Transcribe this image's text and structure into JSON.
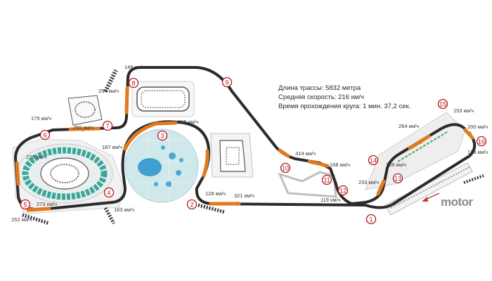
{
  "info": {
    "length": "Длина трассы: 5832 метра",
    "avg_speed": "Средняя скорость: 216 км/ч",
    "lap_time": "Время прохождения круга: 1 мин. 37,2 сек."
  },
  "brand": "motor",
  "colors": {
    "track": "#2b2b2b",
    "braking_zone": "#e07a1e",
    "turn_marker": "#b01818"
  },
  "turns": [
    "1",
    "2",
    "3",
    "4",
    "5",
    "6",
    "7",
    "8",
    "9",
    "10",
    "11",
    "12",
    "13",
    "14",
    "15",
    "16"
  ],
  "speeds": [
    "146 км/ч",
    "254 км/ч",
    "175 км/ч",
    "250 км/ч",
    "305 км/ч",
    "187 км/ч",
    "270 км/ч",
    "273 км/ч",
    "152 км/ч",
    "163 км/ч",
    "128 км/ч",
    "321 км/ч",
    "314 км/ч",
    "168 км/ч",
    "119 км/ч",
    "233 км/ч",
    "109 км/ч",
    "264 км/ч",
    "153 км/ч",
    "200 км/ч",
    "128 км/ч"
  ]
}
